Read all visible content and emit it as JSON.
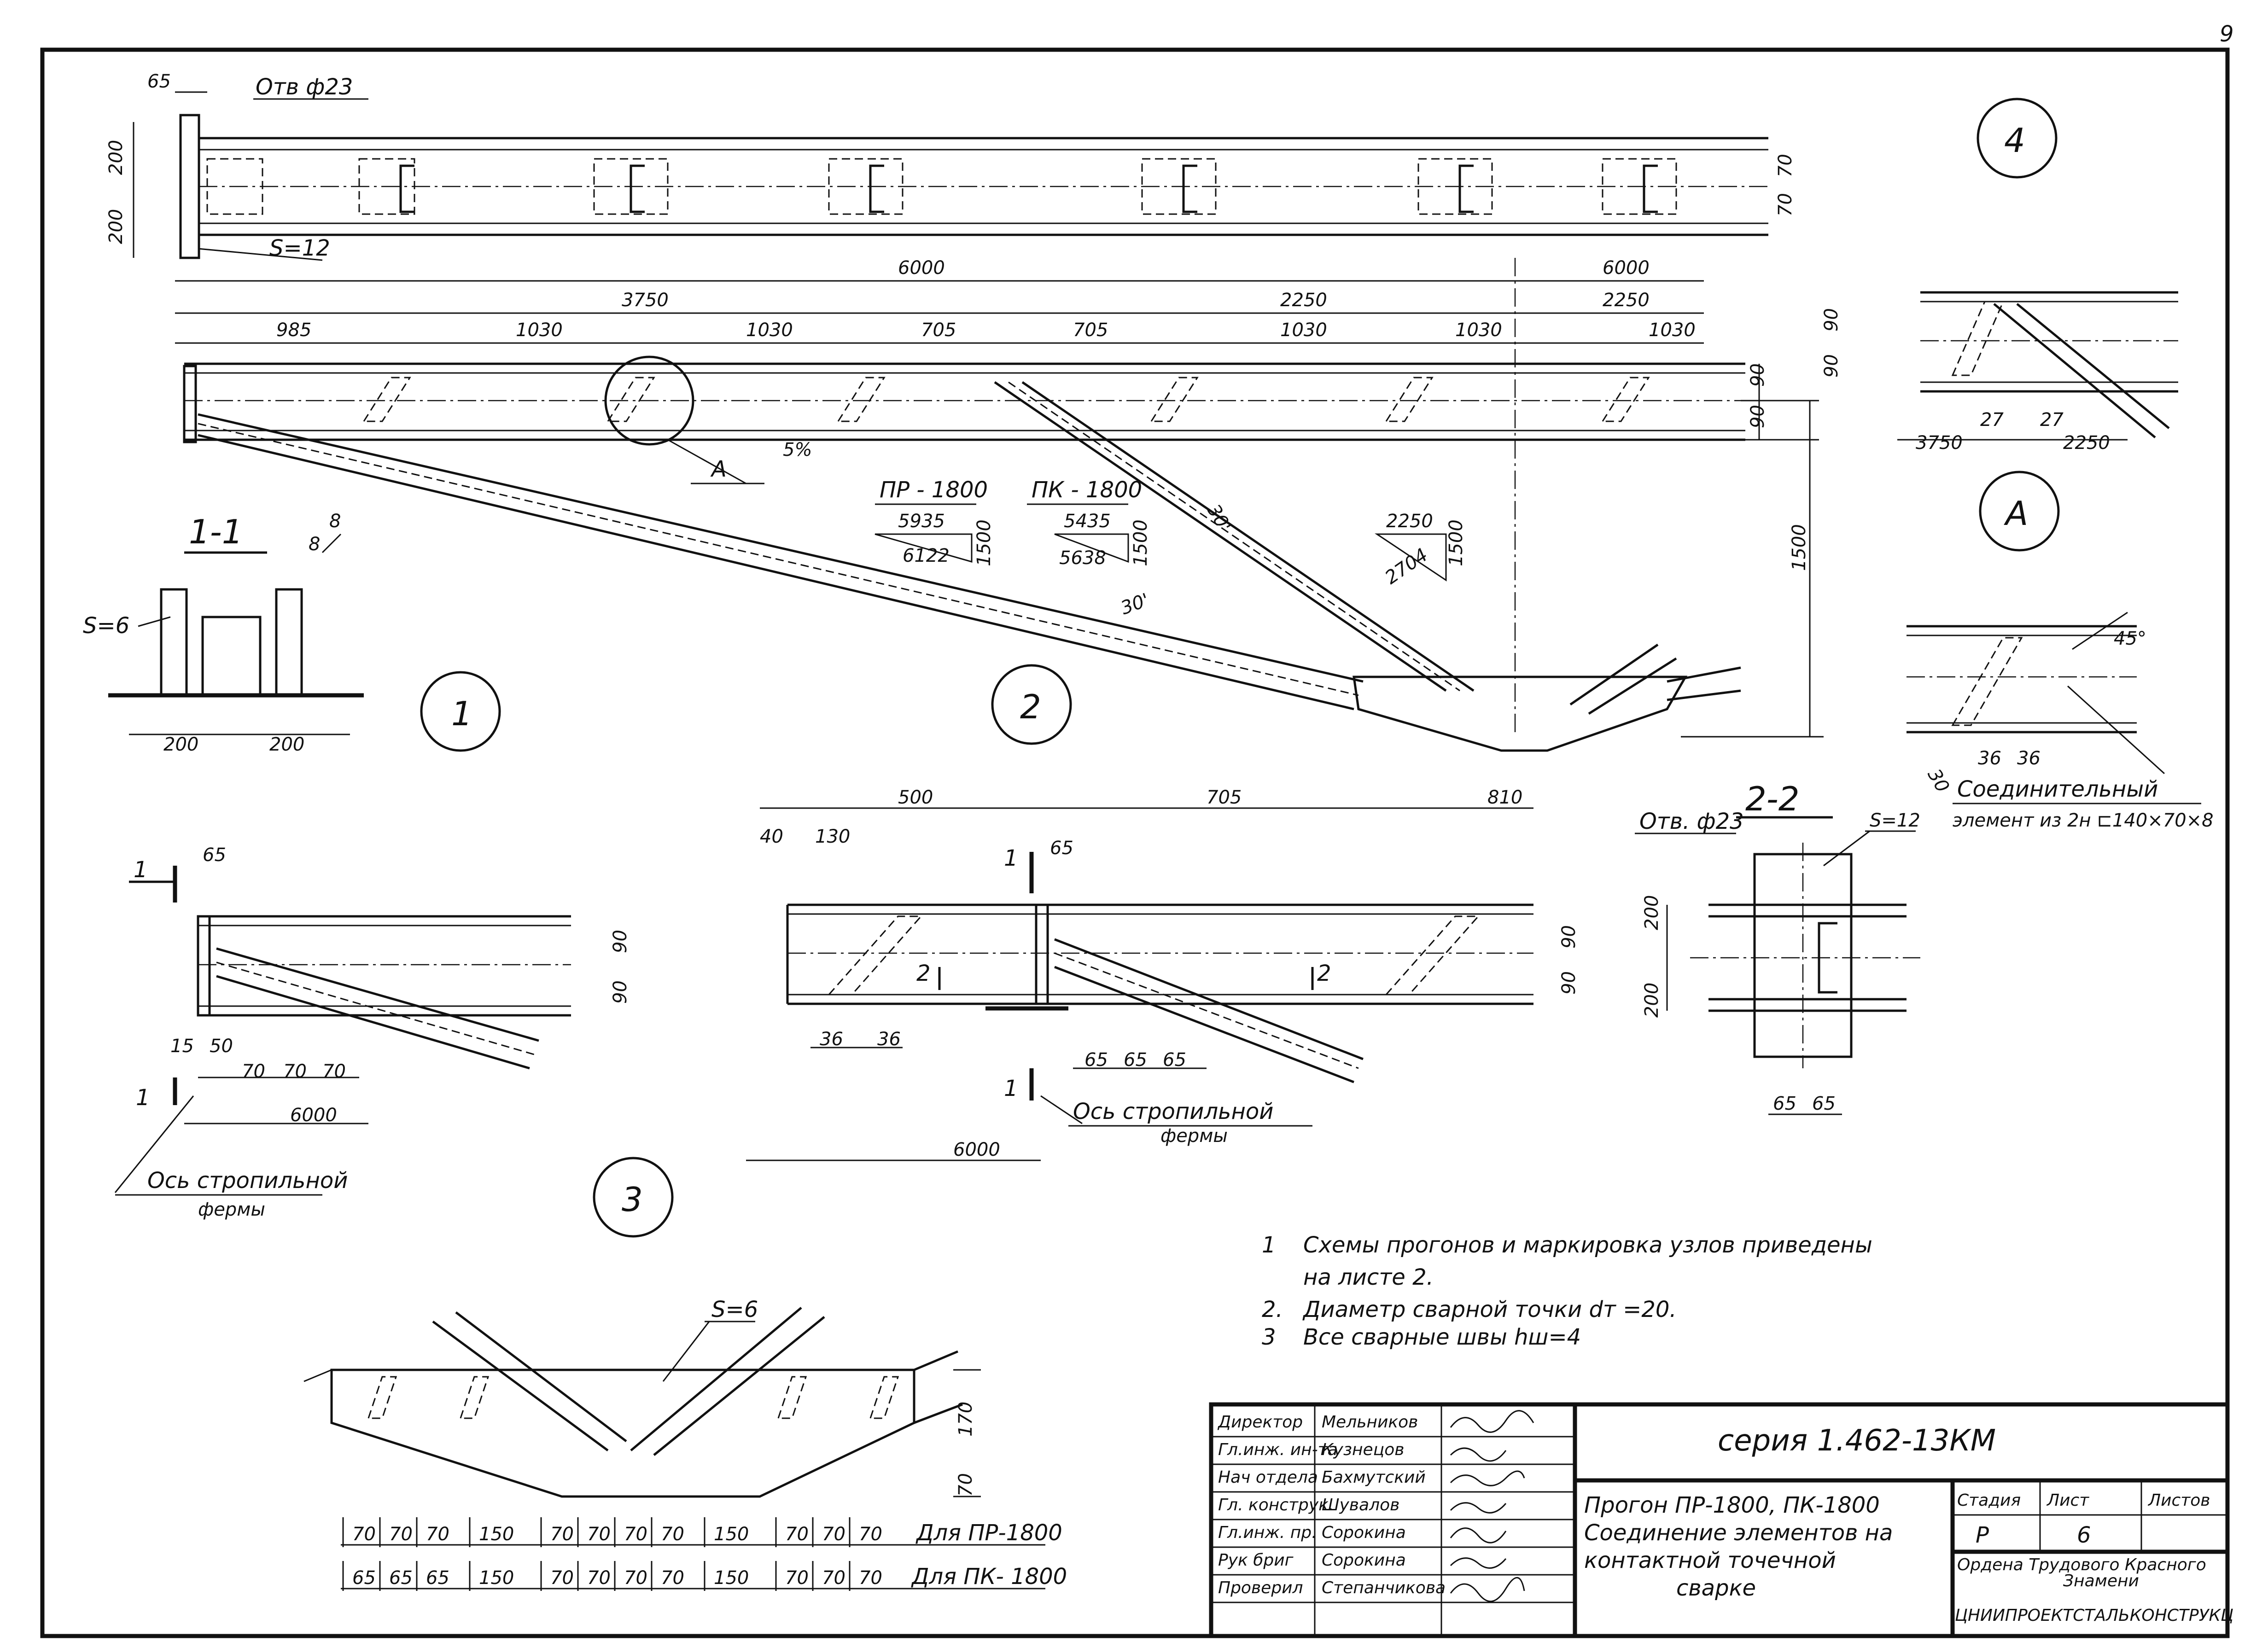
{
  "page_number": "9",
  "view4": {
    "hole": "Отв ф23",
    "dim_left": "65",
    "dim_vertical": [
      "200",
      "200"
    ],
    "dim_right": [
      "70",
      "70"
    ],
    "plate": "S=12",
    "circle": "4"
  },
  "view2": {
    "overall": [
      "6000",
      "6000"
    ],
    "segments_top": [
      "3750",
      "2250",
      "2250"
    ],
    "segments": [
      "985",
      "1030",
      "1030",
      "705",
      "705",
      "1030",
      "1030",
      "1030"
    ],
    "height_right": [
      "90",
      "90"
    ],
    "height_total": "1500",
    "callout": "А",
    "angle_5": "5%",
    "angle_30a": "30'",
    "angle_30b": "30'",
    "pr_label": "ПР - 1800",
    "pr_a": "5935",
    "pr_b": "6122",
    "pr_c": "1500",
    "pk_label": "ПК - 1800",
    "pk_a": "5435",
    "pk_b": "5638",
    "pk_c": "1500",
    "slope_a": "2250",
    "slope_b": "2704",
    "slope_c": "1500",
    "circle": "2"
  },
  "section11": {
    "title": "1-1",
    "weld_a": "8",
    "weld_b": "8",
    "plate": "S=6",
    "dims": [
      "200",
      "200"
    ],
    "circle": "1"
  },
  "detailA": {
    "h": [
      "90",
      "90"
    ],
    "gap": [
      "27",
      "27"
    ],
    "left": "3750",
    "right": "2250",
    "circle": "А"
  },
  "detail45": {
    "angle": "45°",
    "dims": [
      "30",
      "36",
      "36"
    ],
    "label1": "Соединительный",
    "label2": "элемент из 2н ⊏140×70×8"
  },
  "view3": {
    "cut_mark": "1",
    "cut_mark2": "1",
    "d65": "65",
    "h": [
      "90",
      "90"
    ],
    "d15": "15",
    "d50": "50",
    "pitch": [
      "70",
      "70",
      "70"
    ],
    "length": "6000",
    "axis1": "Ось  стропильной",
    "axis2": "фермы",
    "circle": "3"
  },
  "viewMid": {
    "top": [
      "500",
      "705",
      "810"
    ],
    "d40": "40",
    "d130": "130",
    "d65": "65",
    "cut1": "1",
    "cut1b": "1",
    "cut2a": "2",
    "cut2b": "2",
    "h": [
      "90",
      "90"
    ],
    "bottom36": [
      "36",
      "36"
    ],
    "bottom65": [
      "65",
      "65",
      "65"
    ],
    "length": "6000",
    "axis1": "Ось  стропильной",
    "axis2": "фермы"
  },
  "section22": {
    "title": "2-2",
    "hole": "Отв. ф23",
    "plate": "S=12",
    "dims_v": [
      "200",
      "200"
    ],
    "dims_h": [
      "65",
      "65"
    ]
  },
  "notes": [
    {
      "n": "1",
      "text": "Схемы  прогонов  и маркировка  узлов  приведены"
    },
    {
      "n": "",
      "text": "на листе 2."
    },
    {
      "n": "2.",
      "text": "Диаметр  сварной  точки  dт =20."
    },
    {
      "n": "3",
      "text": "Все сварные  швы  hш=4"
    }
  ],
  "gusset": {
    "plate": "S=6",
    "h": [
      "170",
      "70"
    ],
    "row_pr": [
      "70",
      "70",
      "70",
      "150",
      "70",
      "70",
      "70",
      "70",
      "150",
      "70",
      "70",
      "70"
    ],
    "label_pr": "Для  ПР-1800",
    "row_pk": [
      "65",
      "65",
      "65",
      "150",
      "70",
      "70",
      "70",
      "70",
      "150",
      "70",
      "70",
      "70"
    ],
    "label_pk": "Для  ПК- 1800"
  },
  "title_block": {
    "series": "серия   1.462-13КМ",
    "title_lines": [
      "Прогон  ПР-1800, ПК-1800",
      "Соединение  элементов  на",
      "контактной  точечной",
      "сварке"
    ],
    "roles": [
      "Директор",
      "Гл.инж. ин-та",
      "Нач отдела",
      "Гл. конструк.",
      "Гл.инж. пр.",
      "Рук бриг",
      "Проверил"
    ],
    "names": [
      "Мельников",
      "Кузнецов",
      "Бахмутский",
      "Шувалов",
      "Сорокина",
      "Сорокина",
      "Степанчикова"
    ],
    "stage_h": "Стадия",
    "sheet_h": "Лист",
    "sheets_h": "Листов",
    "stage": "Р",
    "sheet": "6",
    "sheets": "",
    "org1": "Ордена  Трудового  Красного",
    "org2": "Знамени",
    "org3": "ЦНИИПРОЕКТСТАЛЬКОНСТРУКЦ"
  }
}
